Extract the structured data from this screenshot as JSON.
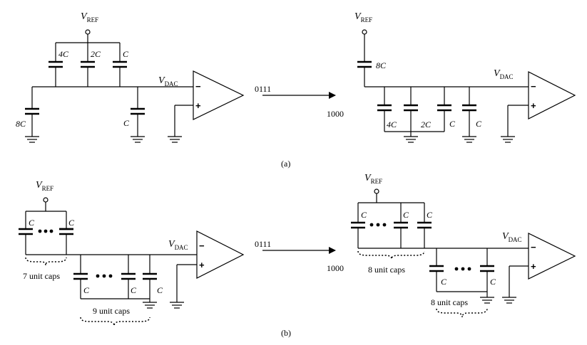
{
  "labels": {
    "vref_v": "V",
    "vref_sub": "REF",
    "vdac_v": "V",
    "vdac_sub": "DAC",
    "code_before": "0111",
    "code_after": "1000",
    "caption_a": "(a)",
    "caption_b": "(b)",
    "plus": "+",
    "minus": "−"
  },
  "panel_a": {
    "left_caps": {
      "c4": "4C",
      "c2": "2C",
      "c1": "C",
      "c8": "8C",
      "cterm": "C"
    },
    "right_caps": {
      "c8": "8C",
      "c4": "4C",
      "c2": "2C",
      "c1": "C",
      "cterm": "C"
    }
  },
  "panel_b": {
    "cap_label": "C",
    "left_top_group": "7 unit caps",
    "left_bottom_group": "9 unit caps",
    "right_top_group": "8 unit caps",
    "right_bottom_group": "8 unit caps"
  }
}
